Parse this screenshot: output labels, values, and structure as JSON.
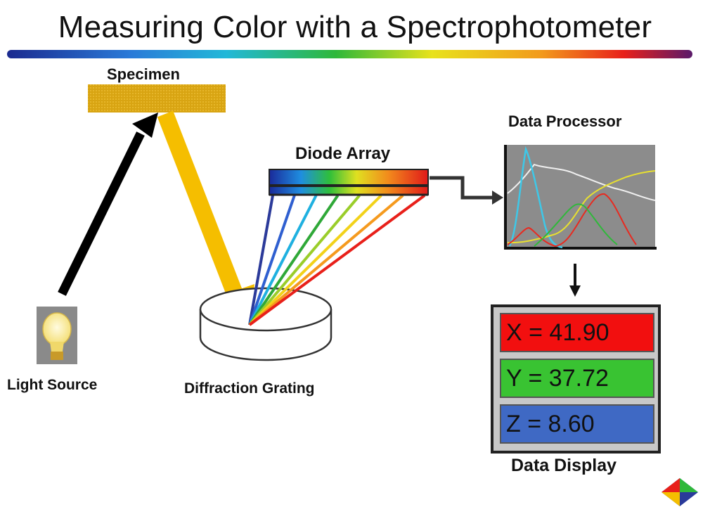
{
  "title": "Measuring Color with a Spectrophotometer",
  "labels": {
    "specimen": "Specimen",
    "diode_array": "Diode Array",
    "data_processor": "Data Processor",
    "light_source": "Light Source",
    "diffraction_grating": "Diffraction Grating",
    "data_display": "Data Display"
  },
  "readouts": {
    "x": "X = 41.90",
    "y": "Y = 37.72",
    "z": "Z = 8.60"
  },
  "colors": {
    "specimen": "#D9A514",
    "light_path": "#F5BE00",
    "source_arrow": "#000000",
    "x_bg": "#F20F0F",
    "y_bg": "#39C332",
    "z_bg": "#3F69C4",
    "processor_bg": "#8C8C8C",
    "rays": [
      "#2B3A9A",
      "#2F5FD0",
      "#1FB0E0",
      "#2FA838",
      "#9ACD2A",
      "#F2D21A",
      "#F59A1E",
      "#E8201A"
    ]
  },
  "icons": [
    "bulb-icon",
    "logo-icon"
  ]
}
